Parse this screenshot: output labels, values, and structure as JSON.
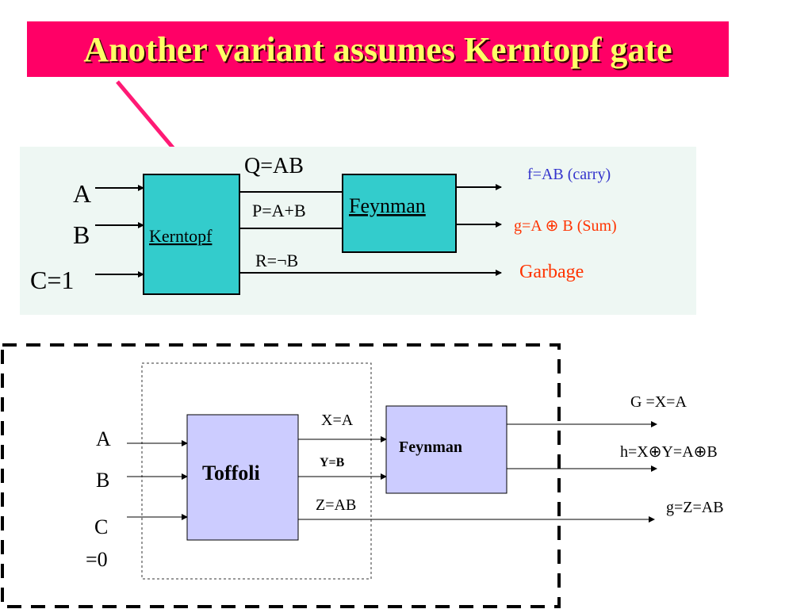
{
  "title": "Another variant assumes Kerntopf gate",
  "colors": {
    "title_bg": "#ff0066",
    "title_text": "#ffff66",
    "pointer_arrow": "#ff1a75",
    "panel_bg": "#eef7f3",
    "teal_block": "#33cccc",
    "lavender_block": "#ccccff",
    "carry_text": "#3333cc",
    "sum_text": "#ff3300",
    "garbage_text": "#ff3300"
  },
  "top_diagram": {
    "inputs": [
      "A",
      "B",
      "C=1"
    ],
    "kerntopf_label": "Kerntopf",
    "feynman_label": "Feynman",
    "wire_q": "Q=AB",
    "wire_p": "P=A+B",
    "wire_r": "R=¬B",
    "output_carry": "f=AB (carry)",
    "output_sum": "g=A ⊕ B (Sum)",
    "output_garbage": "Garbage"
  },
  "bottom_diagram": {
    "input_a": "A",
    "input_b": "B",
    "input_c_line1": "C",
    "input_c_line2": "=0",
    "toffoli_label": "Toffoli",
    "feynman_label": "Feynman",
    "wire_x": "X=A",
    "wire_y": "Y=B",
    "wire_z": "Z=AB",
    "output_g": "G =X=A",
    "output_h": "h=X⊕Y=A⊕B",
    "output_gz": "g=Z=AB"
  }
}
